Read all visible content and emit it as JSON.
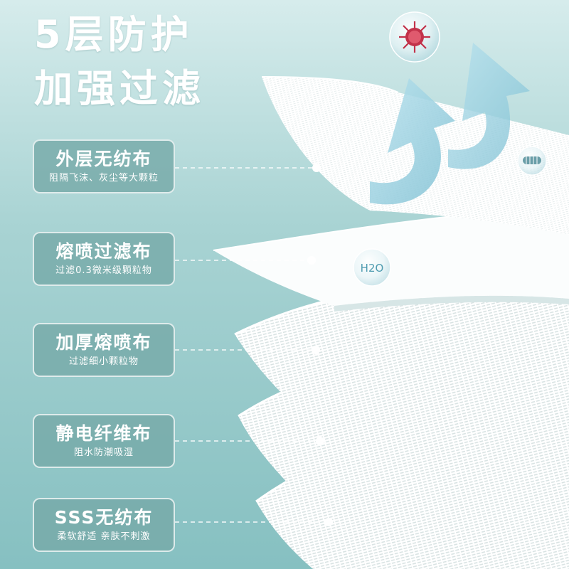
{
  "title": {
    "line1": "5层防护",
    "line2": "加强过滤"
  },
  "layers": [
    {
      "name": "外层无纺布",
      "desc": "阻隔飞沫、灰尘等大颗粒"
    },
    {
      "name": "熔喷过滤布",
      "desc": "过滤0.3微米级颗粒物"
    },
    {
      "name": "加厚熔喷布",
      "desc": "过滤细小颗粒物"
    },
    {
      "name": "静电纤维布",
      "desc": "阻水防潮吸湿"
    },
    {
      "name": "SSS无纺布",
      "desc": "柔软舒适 亲肤不刺激"
    }
  ],
  "icons": {
    "water_label": "H2O",
    "virus": "virus-icon",
    "bacteria": "bacteria-icon",
    "arrow": "bounce-arrow-icon"
  },
  "colors": {
    "background": "#a8d3d3",
    "card": "#76aaa8",
    "virus": "#c2324a",
    "arrow": "#7fc3d6"
  }
}
